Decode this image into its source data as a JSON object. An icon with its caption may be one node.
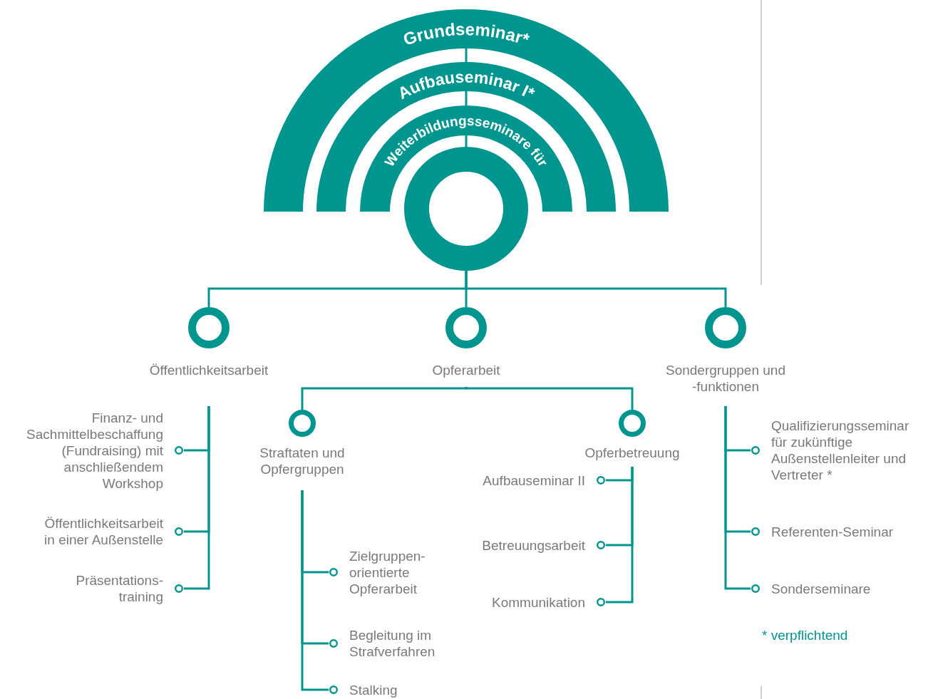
{
  "diagram": {
    "nodes": [
      {
        "text": [
          "Grundseminar*"
        ]
      },
      {
        "text": [
          "Aufbauseminar I*"
        ]
      },
      {
        "text": [
          "Weiterbildungsseminare für"
        ]
      },
      {
        "text": [],
        "shape": "circle"
      },
      {
        "text": [
          "Öffentlichkeitsarbeit"
        ]
      },
      {
        "text": [
          "Opferarbeit"
        ]
      },
      {
        "text": [
          "Sondergruppen und -funktionen"
        ]
      },
      {
        "text": [
          "Straftaten und Opfergruppen"
        ]
      },
      {
        "text": [
          "Opferbetreuung"
        ]
      },
      {
        "text": [
          "Finanz- und Sachmittelbeschaffung (Fundraising) mit anschließendem Workshop"
        ]
      },
      {
        "text": [
          "Öffentlichkeitsarbeit in einer Außenstelle"
        ]
      },
      {
        "text": [
          "Präsentations-training"
        ]
      },
      {
        "text": [
          "Zielgruppen-orientierte Opferarbeit"
        ]
      },
      {
        "text": [
          "Begleitung im Strafverfahren"
        ]
      },
      {
        "text": [
          "Stalking"
        ]
      },
      {
        "text": [
          "Aufbauseminar II"
        ]
      },
      {
        "text": [
          "Betreuungsarbeit"
        ]
      },
      {
        "text": [
          "Kommunikation"
        ]
      },
      {
        "text": [
          "Qualifizierungsseminar für zukünftige Außenstellenleiter und Vertreter *"
        ]
      },
      {
        "text": [
          "Referenten-Seminar"
        ]
      },
      {
        "text": [
          "Sonderseminare"
        ]
      }
    ],
    "edges": [
      {
        "from": 0,
        "to": 1,
        "arrow": "none"
      },
      {
        "from": 1,
        "to": 2,
        "arrow": "none"
      },
      {
        "from": 2,
        "to": 3,
        "arrow": "none"
      },
      {
        "from": 3,
        "to": 4,
        "arrow": "none"
      },
      {
        "from": 3,
        "to": 5,
        "arrow": "none"
      },
      {
        "from": 3,
        "to": 6,
        "arrow": "none"
      },
      {
        "from": 5,
        "to": 7,
        "arrow": "none"
      },
      {
        "from": 5,
        "to": 8,
        "arrow": "none"
      },
      {
        "from": 4,
        "to": 9,
        "arrow": "none"
      },
      {
        "from": 4,
        "to": 10,
        "arrow": "none"
      },
      {
        "from": 4,
        "to": 11,
        "arrow": "none"
      },
      {
        "from": 7,
        "to": 12,
        "arrow": "none"
      },
      {
        "from": 7,
        "to": 13,
        "arrow": "none"
      },
      {
        "from": 7,
        "to": 14,
        "arrow": "none"
      },
      {
        "from": 8,
        "to": 15,
        "arrow": "none"
      },
      {
        "from": 8,
        "to": 16,
        "arrow": "none"
      },
      {
        "from": 8,
        "to": 17,
        "arrow": "none"
      },
      {
        "from": 6,
        "to": 18,
        "arrow": "none"
      },
      {
        "from": 6,
        "to": 19,
        "arrow": "none"
      },
      {
        "from": 6,
        "to": 20,
        "arrow": "none"
      }
    ],
    "labels": [
      "* verpflichtend"
    ]
  }
}
